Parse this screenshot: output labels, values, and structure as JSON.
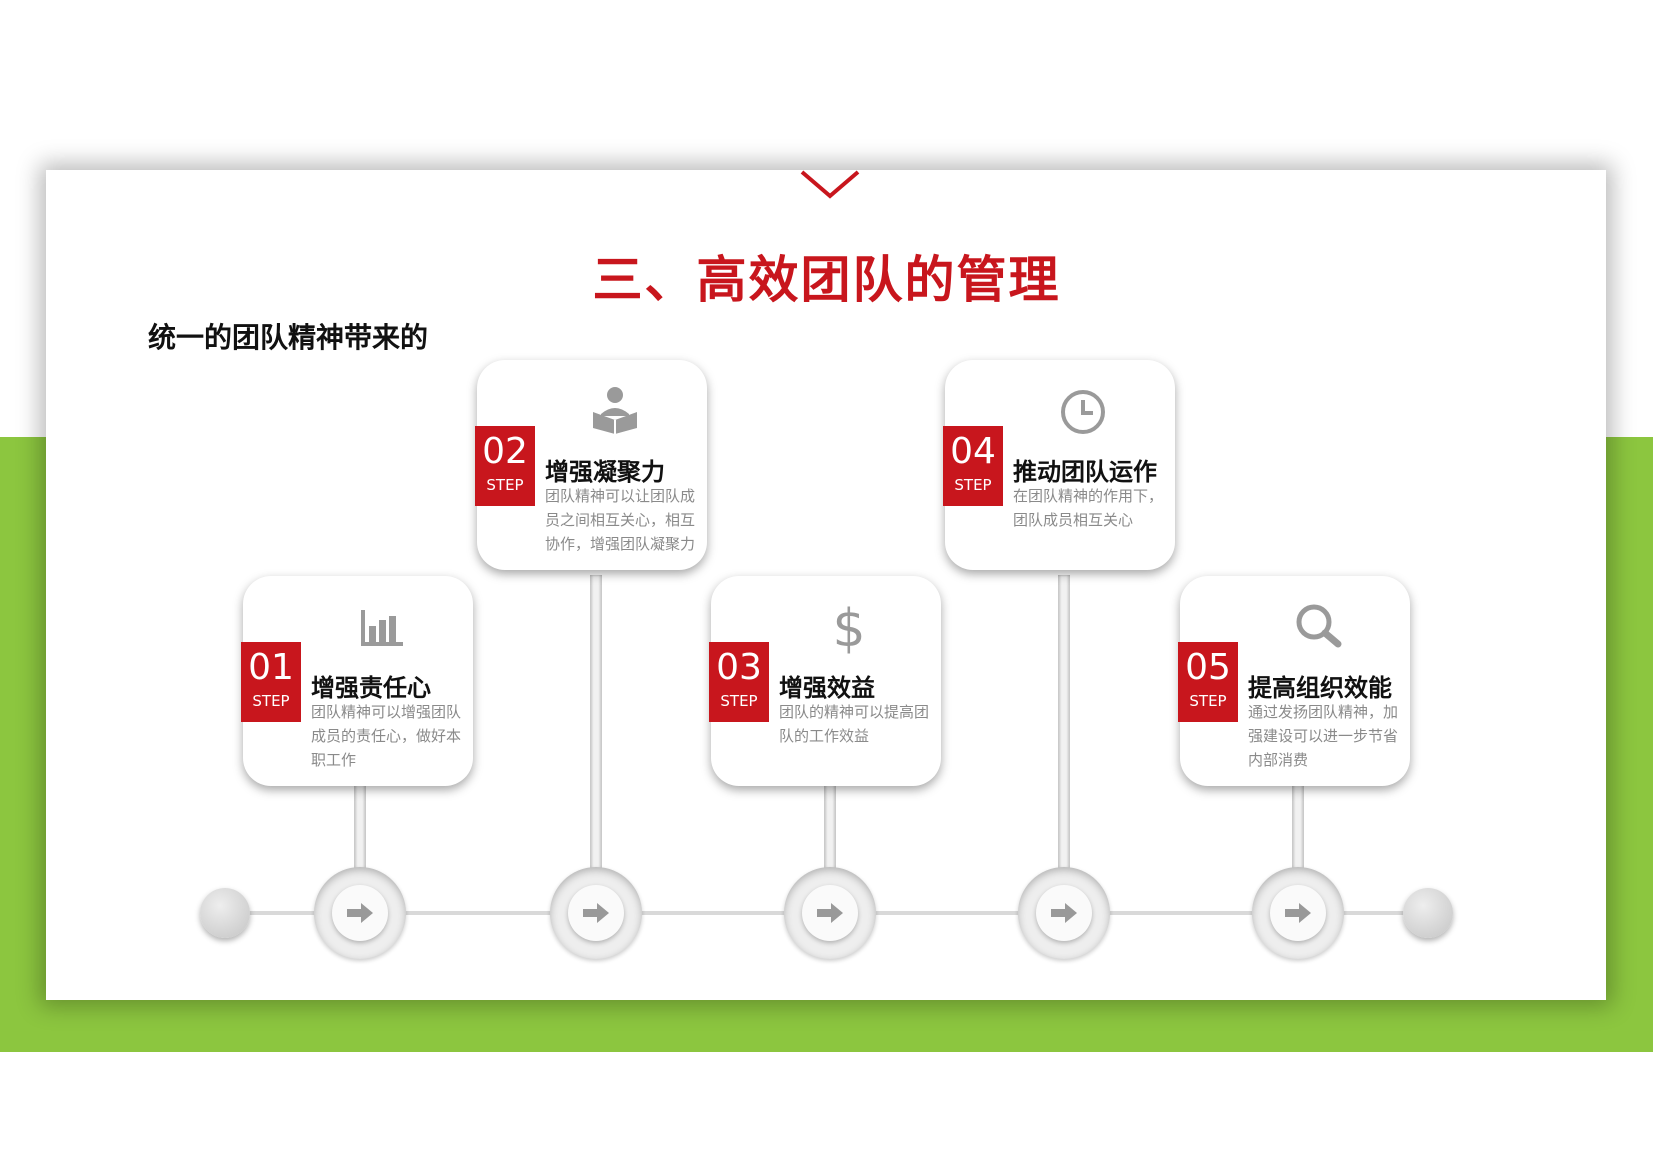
{
  "title": "三、高效团队的管理",
  "subtitle": "统一的团队精神带来的",
  "colors": {
    "accent": "#c8161d",
    "band": "#8cc63f"
  },
  "steps": [
    {
      "number": "01",
      "step_label": "STEP",
      "title": "增强责任心",
      "desc": "团队精神可以增强团队成员的责任心，做好本职工作",
      "icon": "bar-chart-icon"
    },
    {
      "number": "02",
      "step_label": "STEP",
      "title": "增强凝聚力",
      "desc": "团队精神可以让团队成员之间相互关心，相互协作，增强团队凝聚力",
      "icon": "reader-icon"
    },
    {
      "number": "03",
      "step_label": "STEP",
      "title": "增强效益",
      "desc": "团队的精神可以提高团队的工作效益",
      "icon": "dollar-icon"
    },
    {
      "number": "04",
      "step_label": "STEP",
      "title": "推动团队运作",
      "desc": "在团队精神的作用下，团队成员相互关心",
      "icon": "clock-icon"
    },
    {
      "number": "05",
      "step_label": "STEP",
      "title": "提高组织效能",
      "desc": "通过发扬团队精神，加强建设可以进一步节省内部消费",
      "icon": "search-icon"
    }
  ]
}
